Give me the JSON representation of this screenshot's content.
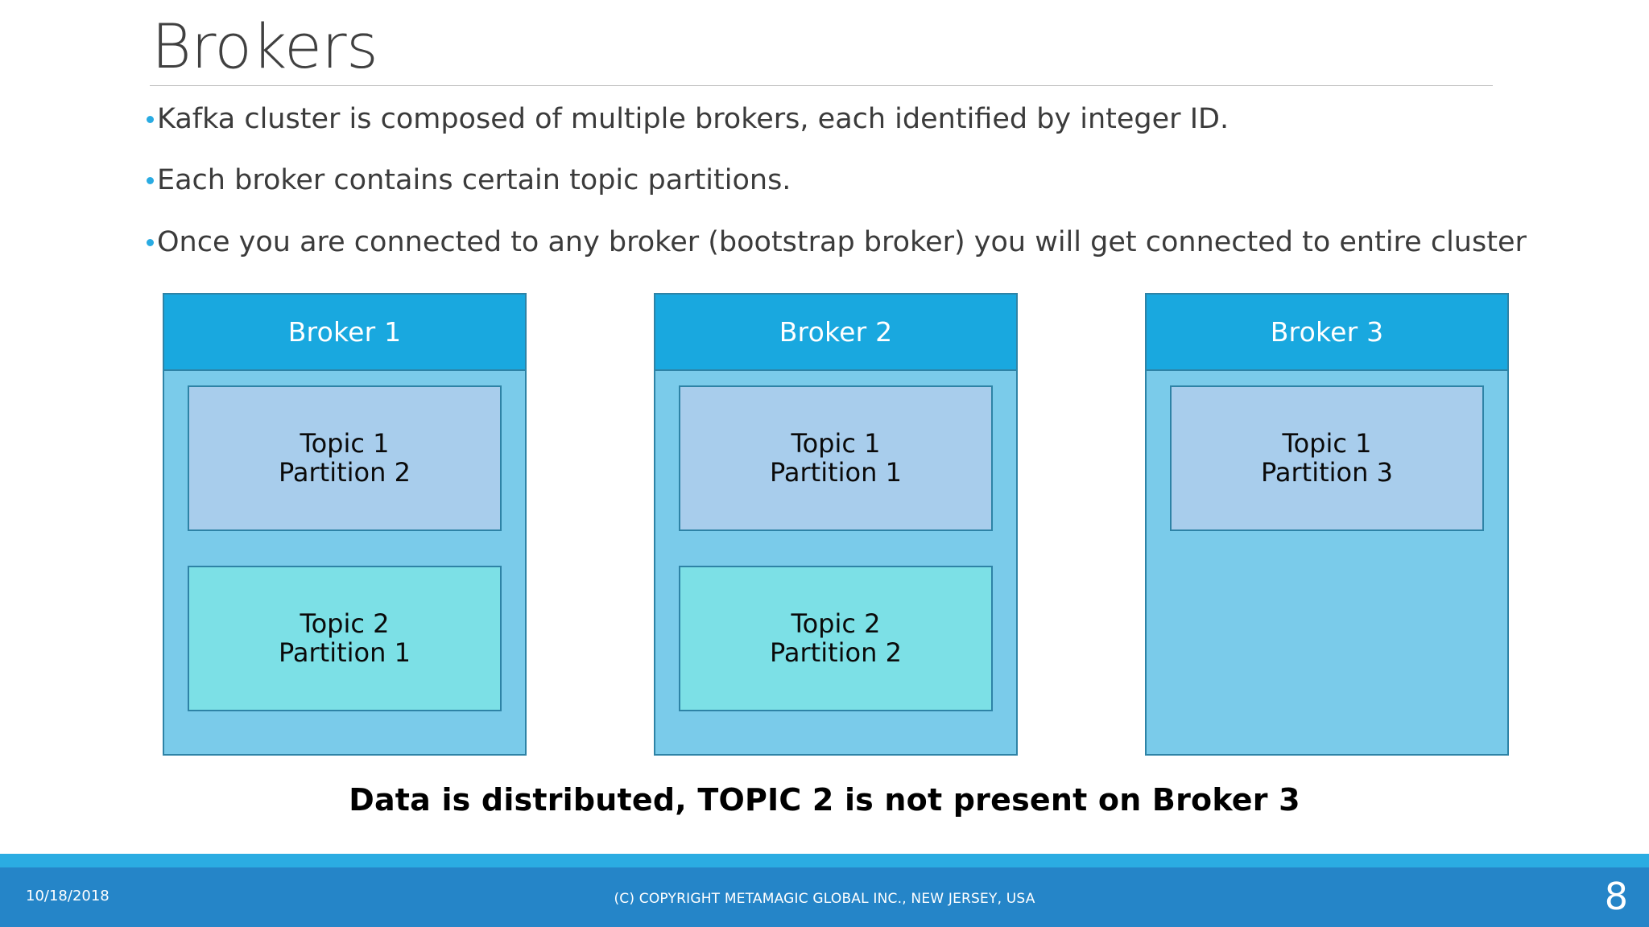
{
  "slide": {
    "title": "Brokers",
    "bullets": [
      "Kafka cluster is composed of multiple brokers, each identified by integer ID.",
      "Each broker contains certain topic partitions.",
      "Once you are connected to any broker (bootstrap broker) you will get connected to entire cluster"
    ],
    "caption": "Data is distributed, TOPIC 2 is not present on Broker 3"
  },
  "diagram": {
    "brokers": [
      {
        "name": "Broker 1",
        "topics": [
          {
            "topic": "Topic 1",
            "partition": "Partition 2",
            "kind": "topic-1"
          },
          {
            "topic": "Topic 2",
            "partition": "Partition 1",
            "kind": "topic-2"
          }
        ]
      },
      {
        "name": "Broker 2",
        "topics": [
          {
            "topic": "Topic 1",
            "partition": "Partition 1",
            "kind": "topic-1"
          },
          {
            "topic": "Topic 2",
            "partition": "Partition 2",
            "kind": "topic-2"
          }
        ]
      },
      {
        "name": "Broker 3",
        "topics": [
          {
            "topic": "Topic 1",
            "partition": "Partition 3",
            "kind": "topic-1"
          }
        ]
      }
    ]
  },
  "footer": {
    "date": "10/18/2018",
    "copyright": "(C) COPYRIGHT METAMAGIC GLOBAL INC., NEW JERSEY, USA",
    "page_number": "8"
  },
  "colors": {
    "accent_blue": "#19A8DF",
    "broker_body_blue": "#7ACBEA",
    "border_blue": "#2E83A6",
    "topic1_fill": "#A8CDEC",
    "topic2_fill": "#7CE0E6",
    "footer_bar": "#2585C8",
    "footer_strip": "#2BACE2",
    "bullet_dot": "#29ABE2",
    "title_text": "#404040"
  }
}
